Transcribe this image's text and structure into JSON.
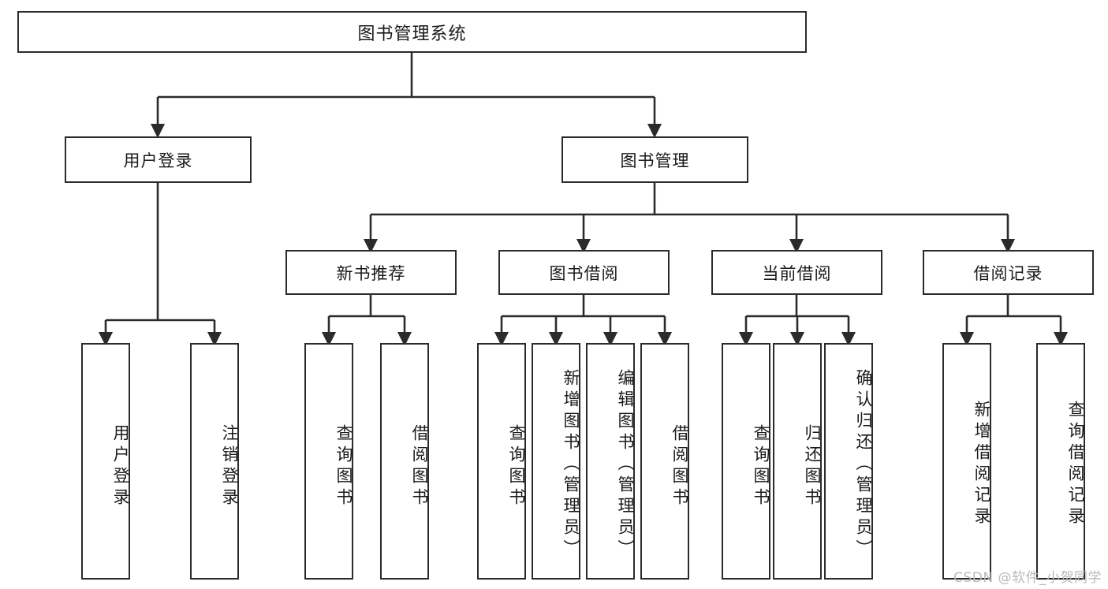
{
  "diagram": {
    "title": "图书管理系统",
    "type": "tree-hierarchy-chart",
    "stroke_color": "#2b2b2b",
    "fill_color": "#ffffff",
    "text_color": "#1a1a1a"
  },
  "root": {
    "label": "图书管理系统"
  },
  "level2": [
    {
      "label": "用户登录"
    },
    {
      "label": "图书管理"
    }
  ],
  "level3": [
    {
      "label": "新书推荐"
    },
    {
      "label": "图书借阅"
    },
    {
      "label": "当前借阅"
    },
    {
      "label": "借阅记录"
    }
  ],
  "leaves": {
    "user_login": [
      {
        "label": "用户登录"
      },
      {
        "label": "注销登录"
      }
    ],
    "new_book": [
      {
        "label": "查询图书"
      },
      {
        "label": "借阅图书"
      }
    ],
    "book_borrow": [
      {
        "label": "查询图书"
      },
      {
        "label": "新增图书（管理员）"
      },
      {
        "label": "编辑图书（管理员）"
      },
      {
        "label": "借阅图书"
      }
    ],
    "current_borrow": [
      {
        "label": "查询图书"
      },
      {
        "label": "归还图书"
      },
      {
        "label": "确认归还（管理员）"
      }
    ],
    "borrow_record": [
      {
        "label": "新增借阅记录"
      },
      {
        "label": "查询借阅记录"
      }
    ]
  },
  "watermark": {
    "text": "CSDN @软件_小贺同学"
  }
}
